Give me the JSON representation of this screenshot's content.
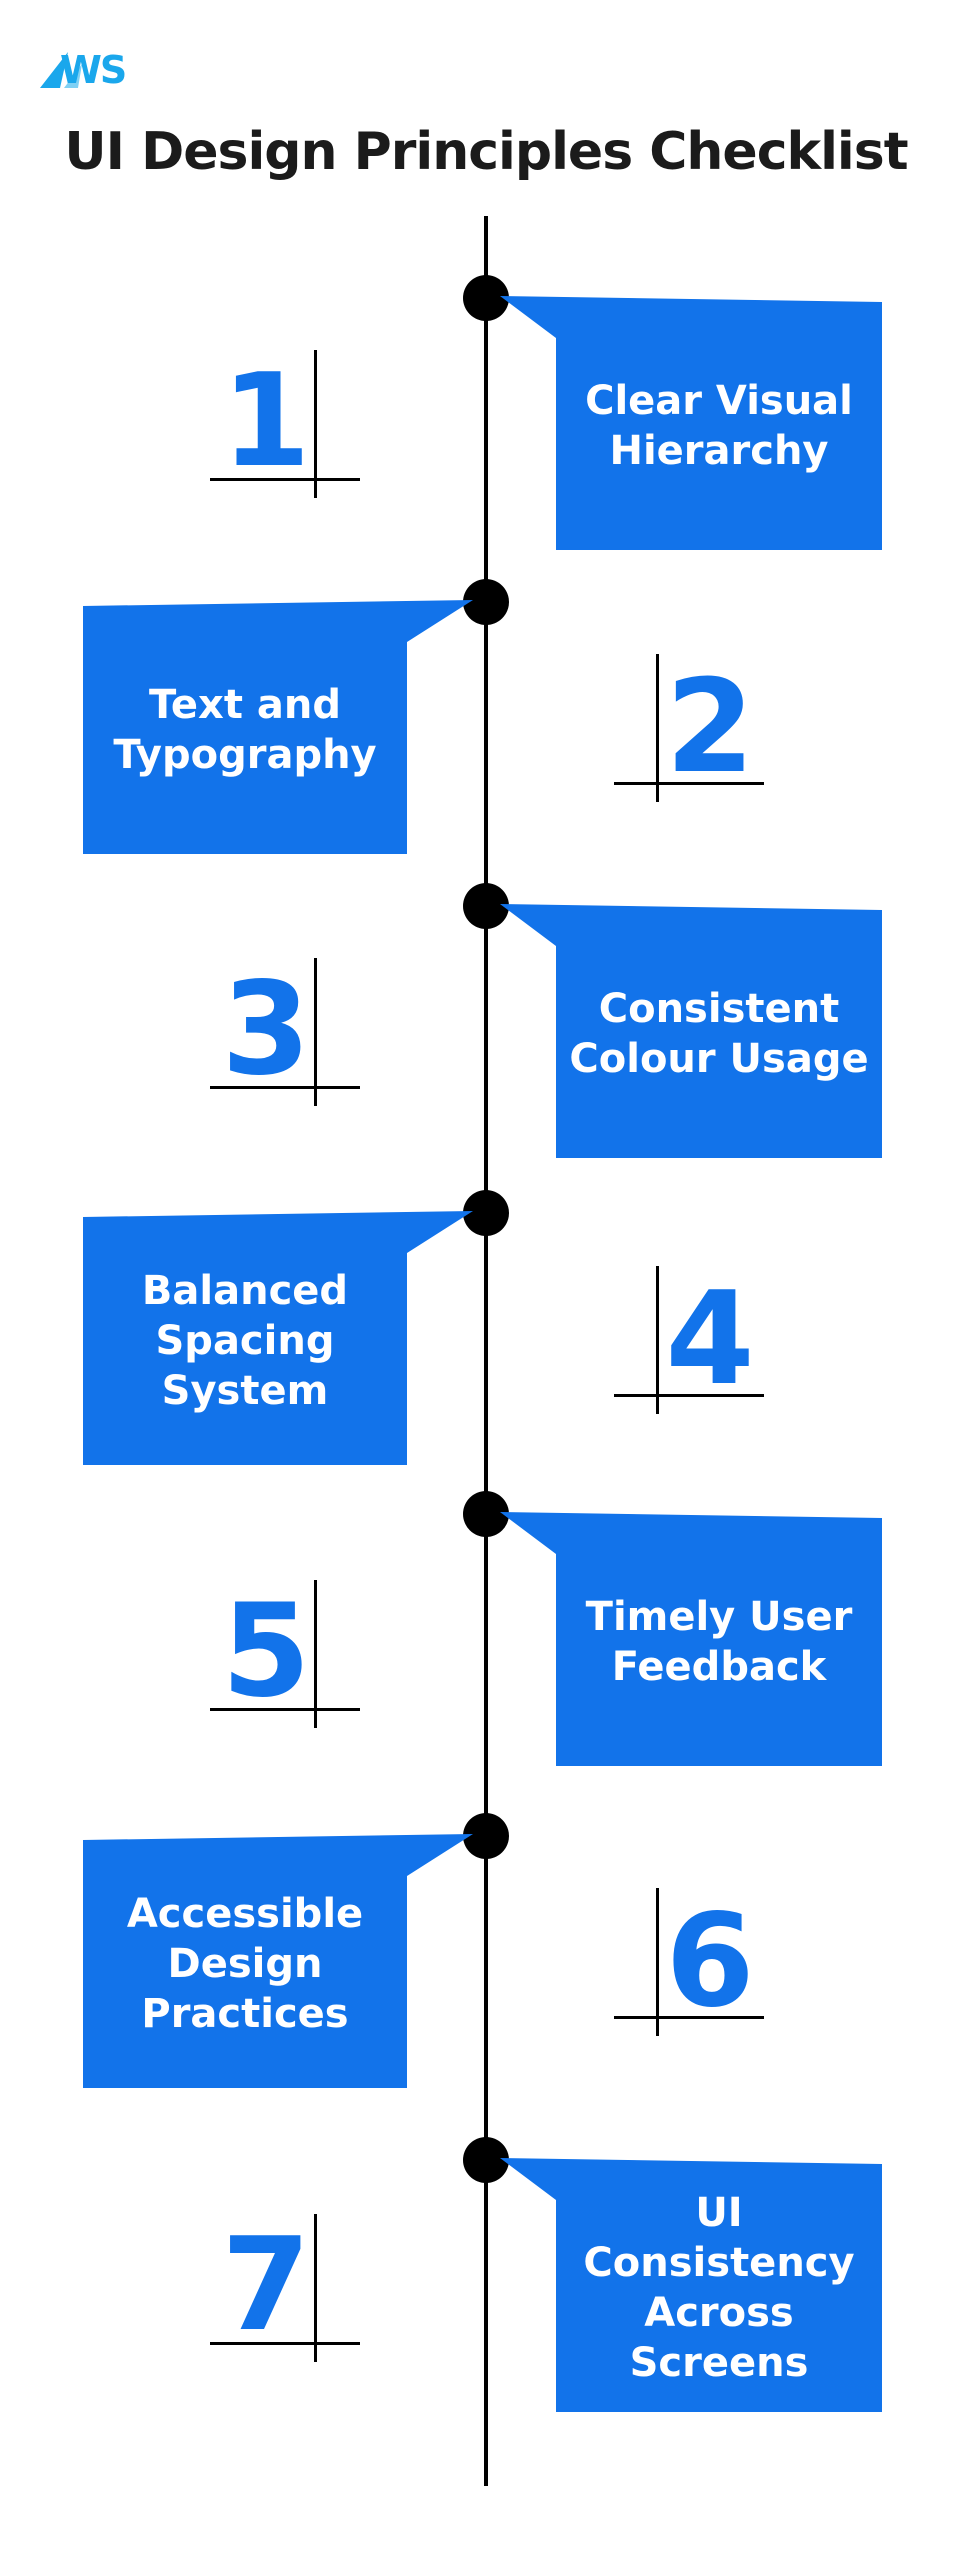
{
  "header": {
    "logo_text": "WS",
    "title": "UI Design Principles Checklist"
  },
  "colors": {
    "accent": "#1273ea",
    "logo": "#1aa7ec",
    "line": "#000000"
  },
  "steps": [
    {
      "number": "1",
      "label_lines": [
        "Clear Visual",
        "Hierarchy"
      ]
    },
    {
      "number": "2",
      "label_lines": [
        "Text and",
        "Typography"
      ]
    },
    {
      "number": "3",
      "label_lines": [
        "Consistent",
        "Colour Usage"
      ]
    },
    {
      "number": "4",
      "label_lines": [
        "Balanced",
        "Spacing",
        "System"
      ]
    },
    {
      "number": "5",
      "label_lines": [
        "Timely User",
        "Feedback"
      ]
    },
    {
      "number": "6",
      "label_lines": [
        "Accessible",
        "Design",
        "Practices"
      ]
    },
    {
      "number": "7",
      "label_lines": [
        "UI",
        "Consistency",
        "Across",
        "Screens"
      ]
    }
  ]
}
